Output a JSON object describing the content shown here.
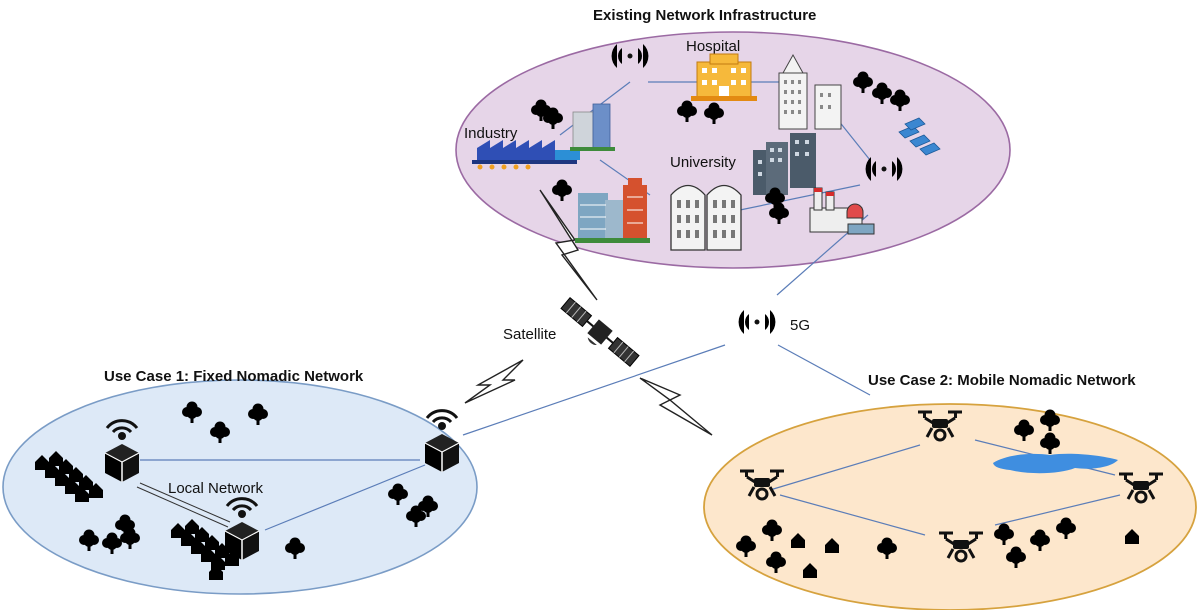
{
  "titles": {
    "existing_infrastructure": "Existing Network  Infrastructure",
    "use_case_1": "Use Case 1: Fixed Nomadic Network",
    "use_case_2": "Use Case 2: Mobile Nomadic Network"
  },
  "labels": {
    "hospital": "Hospital",
    "industry": "Industry",
    "university": "University",
    "satellite": "Satellite",
    "five_g": "5G",
    "local_network": "Local Network"
  },
  "colors": {
    "infrastructure_fill": "#e6d5e8",
    "infrastructure_stroke": "#9b6aa3",
    "use_case_1_fill": "#dde9f7",
    "use_case_1_stroke": "#7a9cc6",
    "use_case_2_fill": "#fde7cc",
    "use_case_2_stroke": "#d6a23e",
    "link": "#5b7db8",
    "tree": "#5db42c",
    "house": "#2f7fd6",
    "lake": "#3f8ee0"
  },
  "icons": {
    "tower": "cell-tower-icon",
    "satellite": "satellite-icon",
    "nomadic_node": "nomadic-node-icon",
    "drone": "drone-icon",
    "house": "house-icon",
    "tree": "tree-icon",
    "building": "building-icon",
    "factory": "factory-icon",
    "lake": "lake-icon"
  }
}
